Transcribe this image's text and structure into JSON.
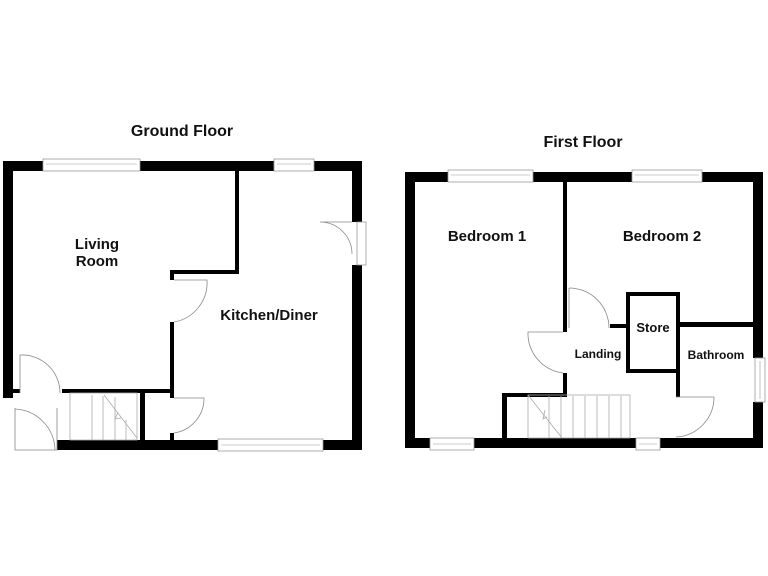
{
  "ground_floor": {
    "title": "Ground Floor",
    "rooms": {
      "living_room_line1": "Living",
      "living_room_line2": "Room",
      "kitchen": "Kitchen/Diner"
    }
  },
  "first_floor": {
    "title": "First Floor",
    "rooms": {
      "bedroom1": "Bedroom 1",
      "bedroom2": "Bedroom 2",
      "store": "Store",
      "landing": "Landing",
      "bathroom": "Bathroom"
    }
  }
}
